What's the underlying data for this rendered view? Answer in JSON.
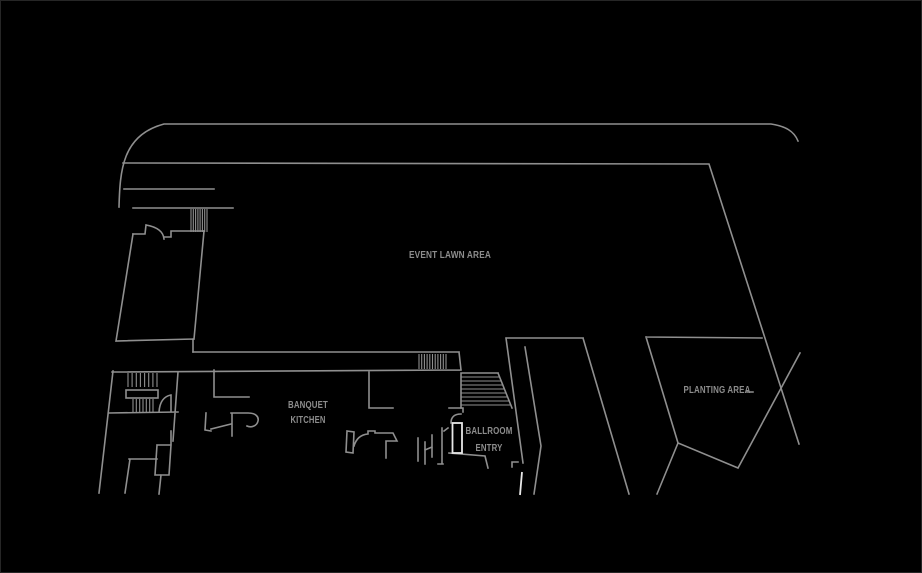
{
  "plan": {
    "background": "#000000",
    "line_color": "#8f8f8f",
    "text_color": "#8d8d8d",
    "highlight_color": "#e8e8e8",
    "areas": {
      "event_lawn": {
        "label": "EVENT LAWN AREA"
      },
      "banquet_kitchen": {
        "label_line1": "BANQUET",
        "label_line2": "KITCHEN"
      },
      "ballroom_entry": {
        "label_line1": "BALLROOM",
        "label_line2": "ENTRY"
      },
      "planting": {
        "label": "PLANTING AREA"
      }
    }
  }
}
